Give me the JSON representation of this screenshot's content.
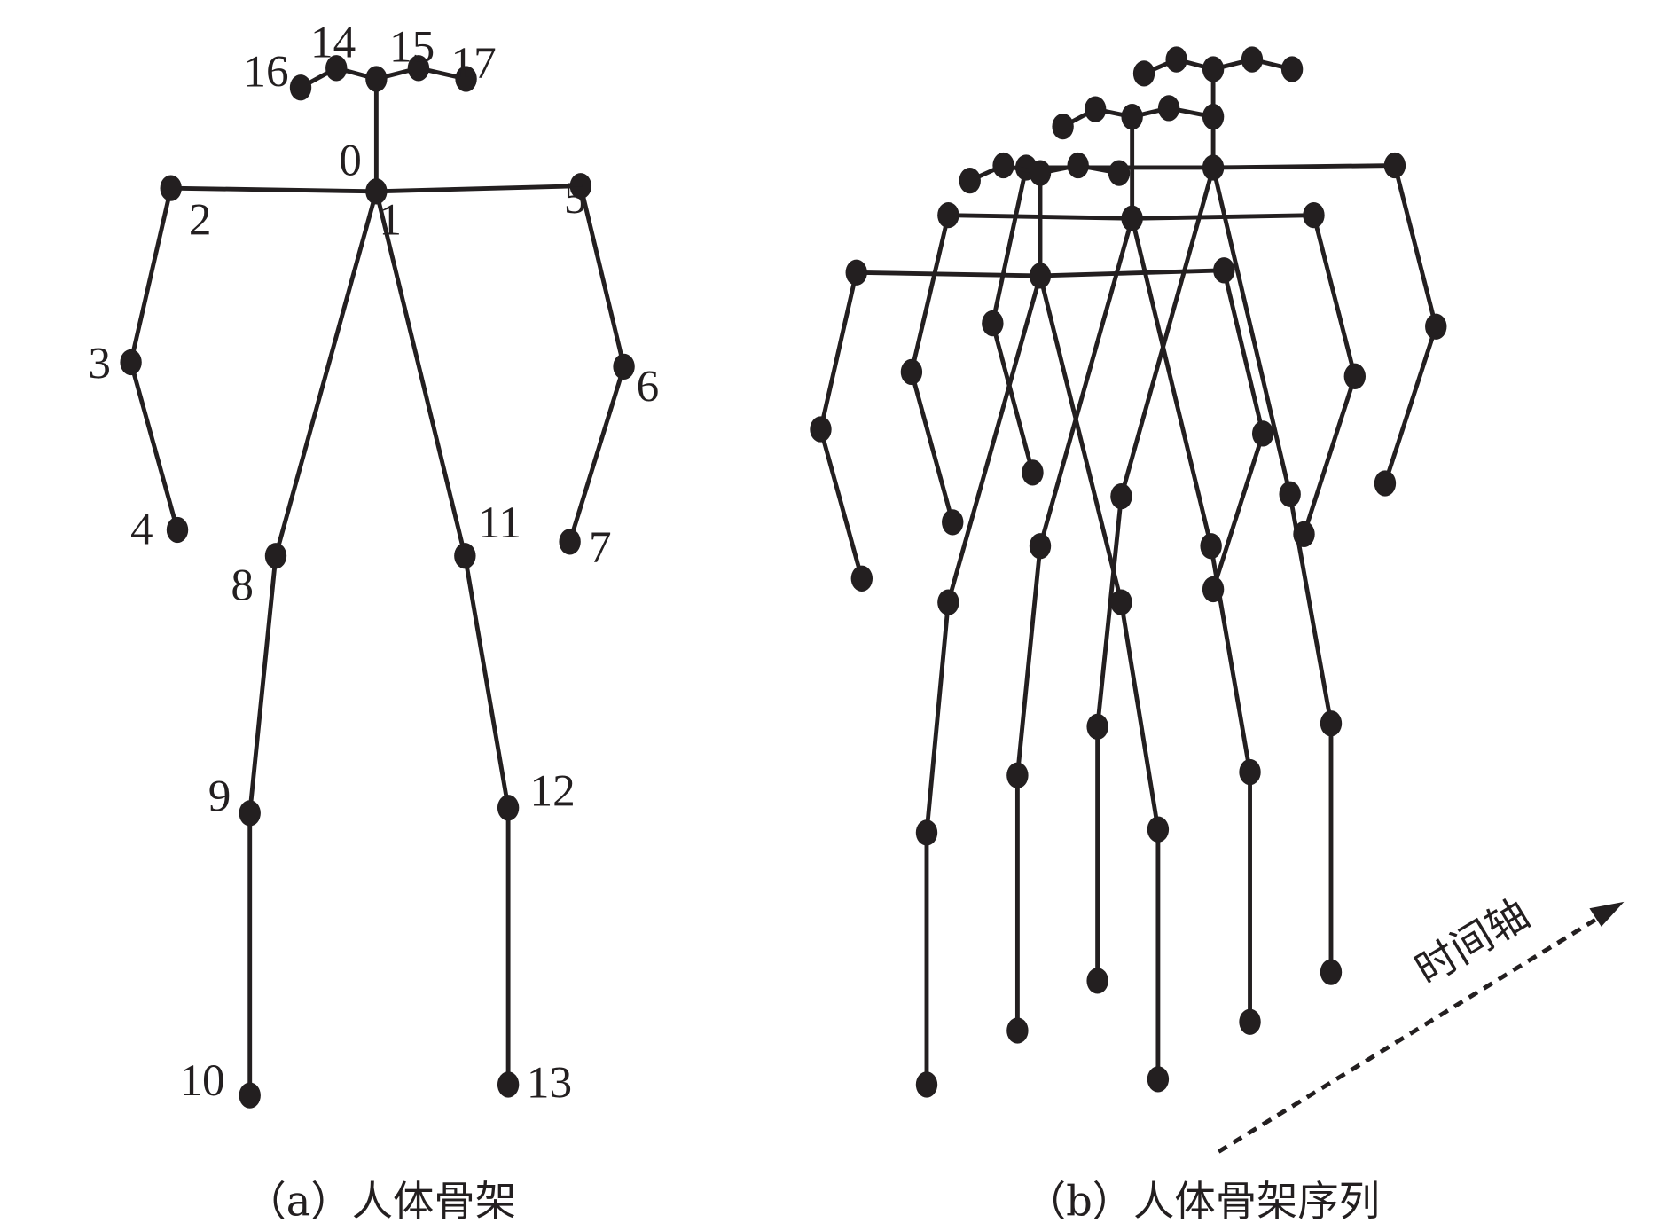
{
  "panel_a": {
    "caption": "（a）人体骨架",
    "joint_labels": [
      "0",
      "1",
      "2",
      "3",
      "4",
      "5",
      "6",
      "7",
      "8",
      "9",
      "10",
      "11",
      "12",
      "13",
      "14",
      "15",
      "16",
      "17"
    ]
  },
  "panel_b": {
    "caption": "（b）人体骨架序列",
    "frame_count": 3,
    "time_axis_label": "时间轴"
  },
  "colors": {
    "ink": "#231f20",
    "background": "#ffffff"
  }
}
